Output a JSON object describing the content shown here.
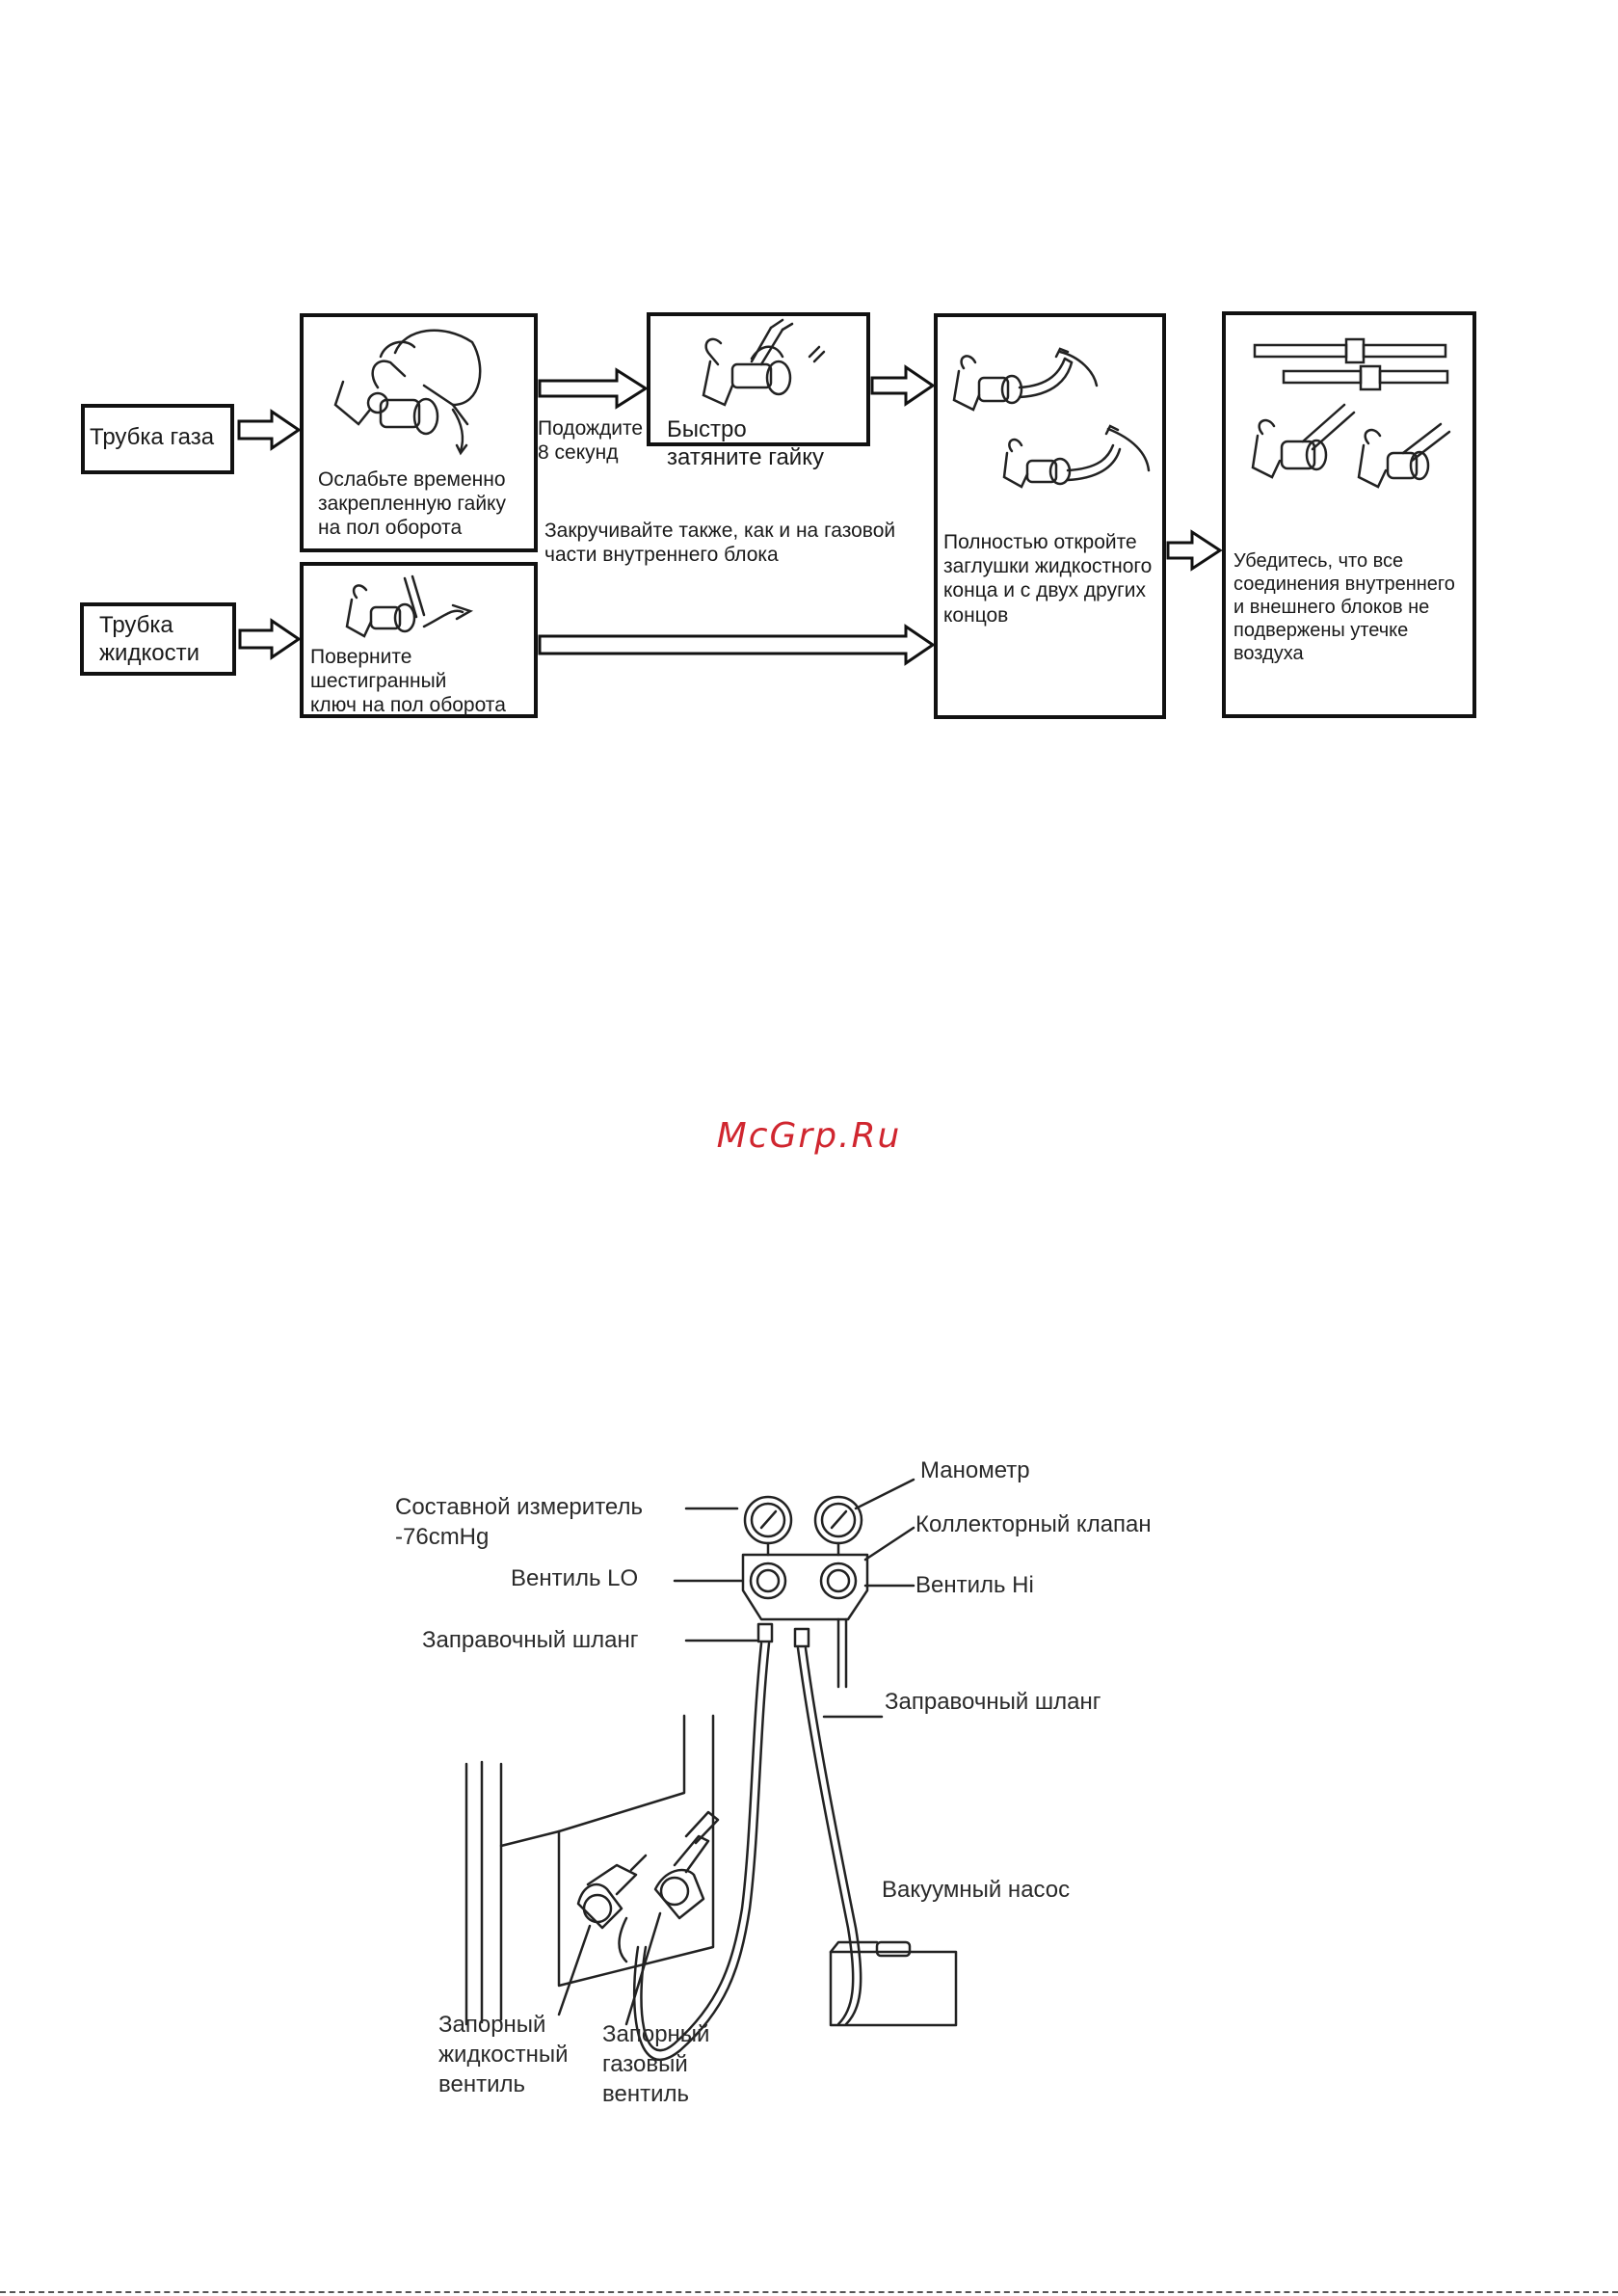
{
  "flow": {
    "gas_pipe": "Трубка газа",
    "liquid_pipe": "Трубка\nжидкости",
    "step_loosen": "Ослабьте временно\nзакрепленную гайку\nна пол оборота",
    "wait": "Подождите\n8 секунд",
    "step_tighten": "Быстро\nзатяните гайку",
    "note_same": "Закручивайте также, как и на газовой\nчасти внутреннего блока",
    "step_turn_key": "Поверните\nшестигранный\nключ на пол оборота",
    "step_open_caps": "Полностью откройте\nзаглушки жидкостного\nконца и с двух других\nконцов",
    "step_check": "Убедитесь, что все\nсоединения внутреннего\nи внешнего блоков не\nподвержены утечке\nвоздуха"
  },
  "watermark": {
    "text": "McGrp.Ru",
    "color": "#d0262f"
  },
  "manifold": {
    "compound_gauge": "Составной измеритель\n-76cmHg",
    "manometer": "Манометр",
    "manifold_valve": "Коллекторный клапан",
    "valve_lo": "Вентиль  LO",
    "valve_hi": "Вентиль Hi",
    "hose_left": "Заправочный шланг",
    "hose_right": "Заправочный шланг",
    "vacuum_pump": "Вакуумный насос",
    "liquid_valve": "Запорный\nжидкостный\nвентиль",
    "gas_valve": "Запорный\nгазовый\nвентиль"
  }
}
